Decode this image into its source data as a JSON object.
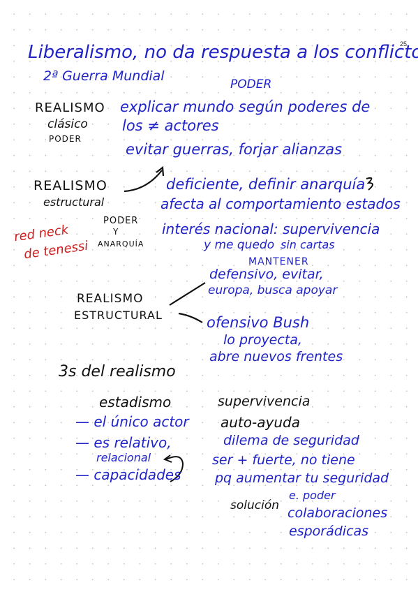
{
  "page_number": "25",
  "lines": {
    "l1": "Liberalismo, no da respuesta a los conflictos",
    "l2": "2ª Guerra Mundial",
    "poder_top": "PODER",
    "realismo_clasico": "REALISMO",
    "clasico": "clásico",
    "poder_small": "PODER",
    "explica": "explicar mundo según poderes de",
    "actores": "los ≠ actores",
    "evitar": "evitar guerras, forjar alianzas",
    "realismo_estr1": "REALISMO",
    "estructural": "estructural",
    "poder_y": "PODER",
    "y": "Y",
    "anarquia": "ANARQUÍA",
    "red1": "red neck",
    "red2": "de tenessi",
    "deficiente": "deficiente, definir anarquía",
    "afecta": "afecta al comportamiento estados",
    "interes": "interés nacional: supervivencia",
    "ymequedo": "y me quedo",
    "sincartas": "sin cartas",
    "mantener": "MANTENER",
    "defensivo": "defensivo, evitar,",
    "europa": "europa, busca apoyar",
    "realismo_estr2": "REALISMO",
    "estructural2": "ESTRUCTURAL",
    "ofensivo": "ofensivo Bush",
    "loproyecta": "lo proyecta,",
    "abre": "abre nuevos frentes",
    "tres_s": "3s del realismo",
    "estadismo": "estadismo",
    "unico": "— el único actor",
    "relativo": "— es relativo,",
    "relacional": "relacional",
    "capacidades": "— capacidades",
    "supervivencia": "supervivencia",
    "autoayuda": "auto-ayuda",
    "dilema": "dilema de seguridad",
    "ser_fuerte": "ser + fuerte, no tiene",
    "pq_aumentar": "pq aumentar tu seguridad",
    "solucion": "solución",
    "e_poder": "e. poder",
    "colaboraciones": "colaboraciones",
    "esporadicas": "esporádicas"
  }
}
